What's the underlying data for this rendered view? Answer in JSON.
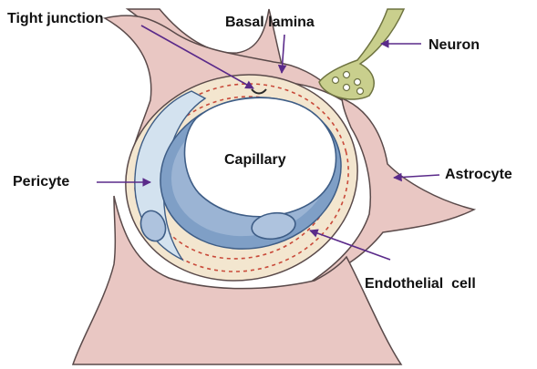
{
  "labels": {
    "tight_junction": "Tight junction",
    "basal_lamina": "Basal lamina",
    "neuron": "Neuron",
    "capillary": "Capillary",
    "pericyte": "Pericyte",
    "astrocyte": "Astrocyte",
    "endothelial_cell": "Endothelial  cell"
  },
  "colors": {
    "astrocyte_fill": "#e9c7c3",
    "astrocyte_stroke": "#5a4a4a",
    "basal_lamina_fill": "#f3e6cf",
    "basal_lamina_dash": "#c94a3a",
    "pericyte_fill": "#d3e2ef",
    "endothelial_fill": "#7f9fc6",
    "endothelial_light": "#aec3de",
    "neuron_fill": "#c9cf8d",
    "arrow": "#5a2a8a",
    "text": "#111111"
  }
}
